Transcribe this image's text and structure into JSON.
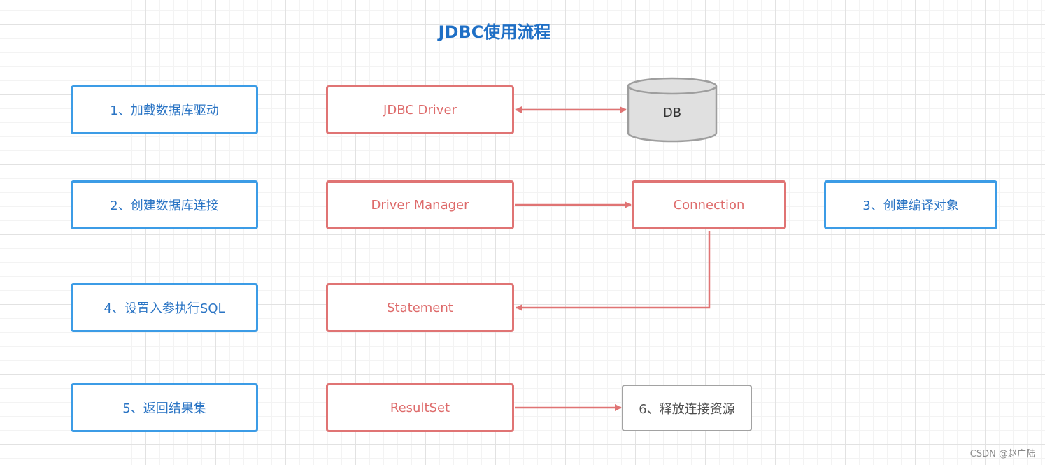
{
  "title": "JDBC使用流程",
  "colors": {
    "title": "#1f6fc5",
    "step_border": "#3c9ce6",
    "step_text": "#2a74c4",
    "component_border": "#e07474",
    "component_text": "#de6b6b",
    "arrow": "#e07474",
    "db_fill": "#e0e0e0",
    "db_stroke": "#9e9e9e",
    "release_border": "#a2a2a2"
  },
  "steps": {
    "load_driver": "1、加载数据库驱动",
    "create_connection": "2、创建数据库连接",
    "create_statement": "3、创建编译对象",
    "execute_sql": "4、设置入参执行SQL",
    "return_result": "5、返回结果集",
    "release_resources": "6、释放连接资源"
  },
  "components": {
    "jdbc_driver": "JDBC Driver",
    "driver_manager": "Driver Manager",
    "connection": "Connection",
    "statement": "Statement",
    "result_set": "ResultSet",
    "database": "DB"
  },
  "watermark": "CSDN @赵广陆"
}
